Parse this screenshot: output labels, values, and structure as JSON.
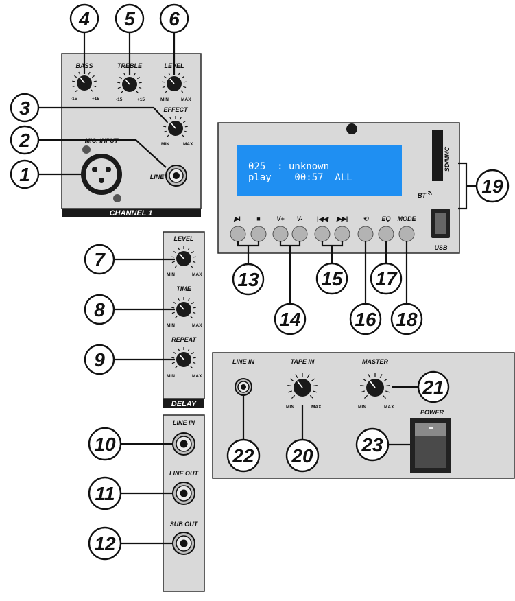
{
  "channel1": {
    "title": "CHANNEL 1",
    "bass_label": "BASS",
    "treble_label": "TREBLE",
    "level_label": "LEVEL",
    "effect_label": "EFFECT",
    "mic_label": "MIC. INPUT",
    "line_label": "LINE",
    "scale_neg": "-15",
    "scale_pos": "+15",
    "scale_min": "MIN",
    "scale_max": "MAX"
  },
  "delay": {
    "title": "DELAY",
    "level_label": "LEVEL",
    "time_label": "TIME",
    "repeat_label": "REPEAT",
    "scale_min": "MIN",
    "scale_max": "MAX"
  },
  "io": {
    "line_in_label": "LINE IN",
    "line_out_label": "LINE OUT",
    "sub_out_label": "SUB OUT"
  },
  "player": {
    "lcd_line1": "025  : unknown",
    "lcd_line2": "play    00:57  ALL",
    "btn_play_pause": "▶‖",
    "btn_stop": "■",
    "btn_vol_up": "V+",
    "btn_vol_down": "V-",
    "btn_prev": "|◀◀",
    "btn_next": "▶▶|",
    "btn_repeat": "⟲",
    "btn_eq": "EQ",
    "btn_mode": "MODE",
    "bt_label": "BT",
    "sd_label": "SD/MMC",
    "usb_label": "USB"
  },
  "master": {
    "line_in_label": "LINE IN",
    "tape_in_label": "TAPE IN",
    "master_label": "MASTER",
    "power_label": "POWER",
    "scale_min": "MIN",
    "scale_max": "MAX"
  },
  "callouts": {
    "c1": "1",
    "c2": "2",
    "c3": "3",
    "c4": "4",
    "c5": "5",
    "c6": "6",
    "c7": "7",
    "c8": "8",
    "c9": "9",
    "c10": "10",
    "c11": "11",
    "c12": "12",
    "c13": "13",
    "c14": "14",
    "c15": "15",
    "c16": "16",
    "c17": "17",
    "c18": "18",
    "c19": "19",
    "c20": "20",
    "c21": "21",
    "c22": "22",
    "c23": "23"
  }
}
